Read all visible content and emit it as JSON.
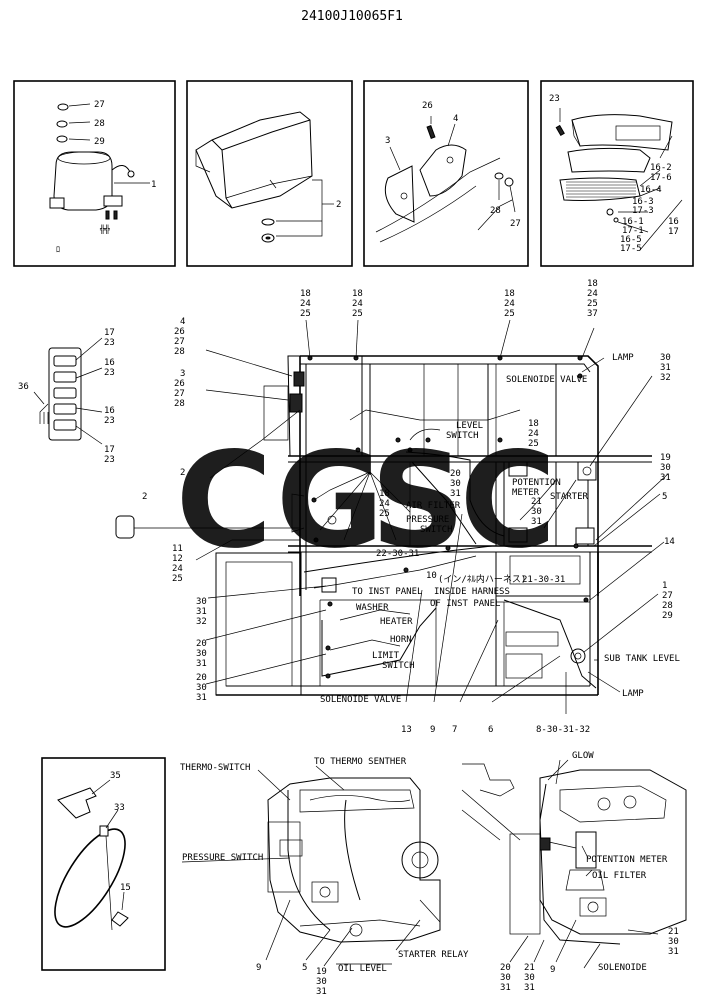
{
  "document": {
    "drawing_number": "24100J10065F1"
  },
  "watermark": {
    "letters": [
      "C",
      "G",
      "S",
      "C"
    ],
    "colors": [
      "#4d8be8",
      "#ea4b44",
      "#f5b62a",
      "#2fae5a"
    ]
  },
  "panel_relay": {
    "callouts": [
      "27",
      "28",
      "29",
      "1"
    ]
  },
  "panel_box": {
    "callouts": [
      "2"
    ]
  },
  "panel_bracket": {
    "callouts": [
      "26",
      "4",
      "3",
      "28",
      "27"
    ]
  },
  "panel_lamp": {
    "callouts": [
      "23",
      "16-2",
      "17-6",
      "16-4",
      "16-3",
      "17-3",
      "16-1",
      "17-1",
      "16-5",
      "17-5",
      "16",
      "17"
    ]
  },
  "panel_cable": {
    "callouts": [
      "35",
      "33",
      "15"
    ]
  },
  "cab_small_unit": {
    "callouts": [
      "17",
      "23",
      "16",
      "23",
      "16",
      "23",
      "17",
      "23",
      "36"
    ]
  },
  "cab": {
    "top_callouts": [
      [
        "18",
        "24",
        "25"
      ],
      [
        "18",
        "24",
        "25"
      ],
      [
        "18",
        "24",
        "25"
      ],
      [
        "18",
        "24",
        "25",
        "37"
      ]
    ],
    "left_callouts": [
      [
        "4",
        "26",
        "27",
        "28"
      ],
      [
        "3",
        "26",
        "27",
        "28"
      ],
      [
        "2"
      ],
      [
        "2"
      ],
      [
        "11",
        "12",
        "24",
        "25"
      ],
      [
        "30",
        "31",
        "32"
      ],
      [
        "20",
        "30",
        "31"
      ],
      [
        "20",
        "30",
        "31"
      ]
    ],
    "right_callouts": [
      [
        "30",
        "31",
        "32"
      ],
      [
        "19",
        "30",
        "31"
      ],
      [
        "5"
      ],
      [
        "14"
      ],
      [
        "1",
        "27",
        "28",
        "29"
      ]
    ],
    "inner_callouts": [
      [
        "18",
        "24",
        "25"
      ],
      [
        "18",
        "24",
        "25"
      ],
      [
        "20",
        "30",
        "31"
      ],
      [
        "21",
        "30",
        "31"
      ],
      [
        "10"
      ]
    ],
    "bottom_callouts": [
      "13",
      "9",
      "7",
      "6"
    ],
    "labels": {
      "lamp_top": "LAMP",
      "solenoid_top": "SOLENOIDE VALVE",
      "level_switch_1": "LEVEL",
      "level_switch_2": "SWITCH",
      "potention_meter_1": "POTENTION",
      "potention_meter_2": "METER",
      "starter": "STARTER",
      "air_filter": "AIR FILTER",
      "pressure_switch_1": "PRESSURE",
      "pressure_switch_2": "SWITCH",
      "harness_code": "22-30-31",
      "to_inst_panel": "TO INST PANEL",
      "harness_jp": "(イン/ﾈﾙ内ハーネス)",
      "inside_harness_1": "INSIDE HARNESS",
      "inside_harness_2": "OF INST PANEL",
      "starter_code": "21-30-31",
      "washer": "WASHER",
      "heater": "HEATER",
      "horn": "HORN",
      "limit_switch_1": "LIMIT",
      "limit_switch_2": "SWITCH",
      "sub_tank_level": "SUB TANK LEVEL",
      "lamp_bottom": "LAMP",
      "solenoid_bottom": "SOLENOIDE VALVE",
      "bottom_code": "8-30-31-32"
    }
  },
  "engine_left": {
    "labels": {
      "thermo_switch": "THERMO-SWITCH",
      "to_thermo_sender": "TO THERMO SENTHER",
      "pressure_switch": "PRESSURE SWITCH",
      "oil_level": "OIL LEVEL",
      "starter_relay": "STARTER RELAY"
    },
    "callouts": [
      "9",
      "5",
      "19",
      "30",
      "31"
    ]
  },
  "engine_right": {
    "labels": {
      "glow": "GLOW",
      "potention_meter": "POTENTION METER",
      "oil_filter": "OIL FILTER",
      "solenoide": "SOLENOIDE"
    },
    "callouts": [
      [
        "20",
        "30",
        "31"
      ],
      [
        "21",
        "30",
        "31"
      ],
      [
        "9"
      ],
      [
        "21",
        "30",
        "31"
      ]
    ]
  }
}
